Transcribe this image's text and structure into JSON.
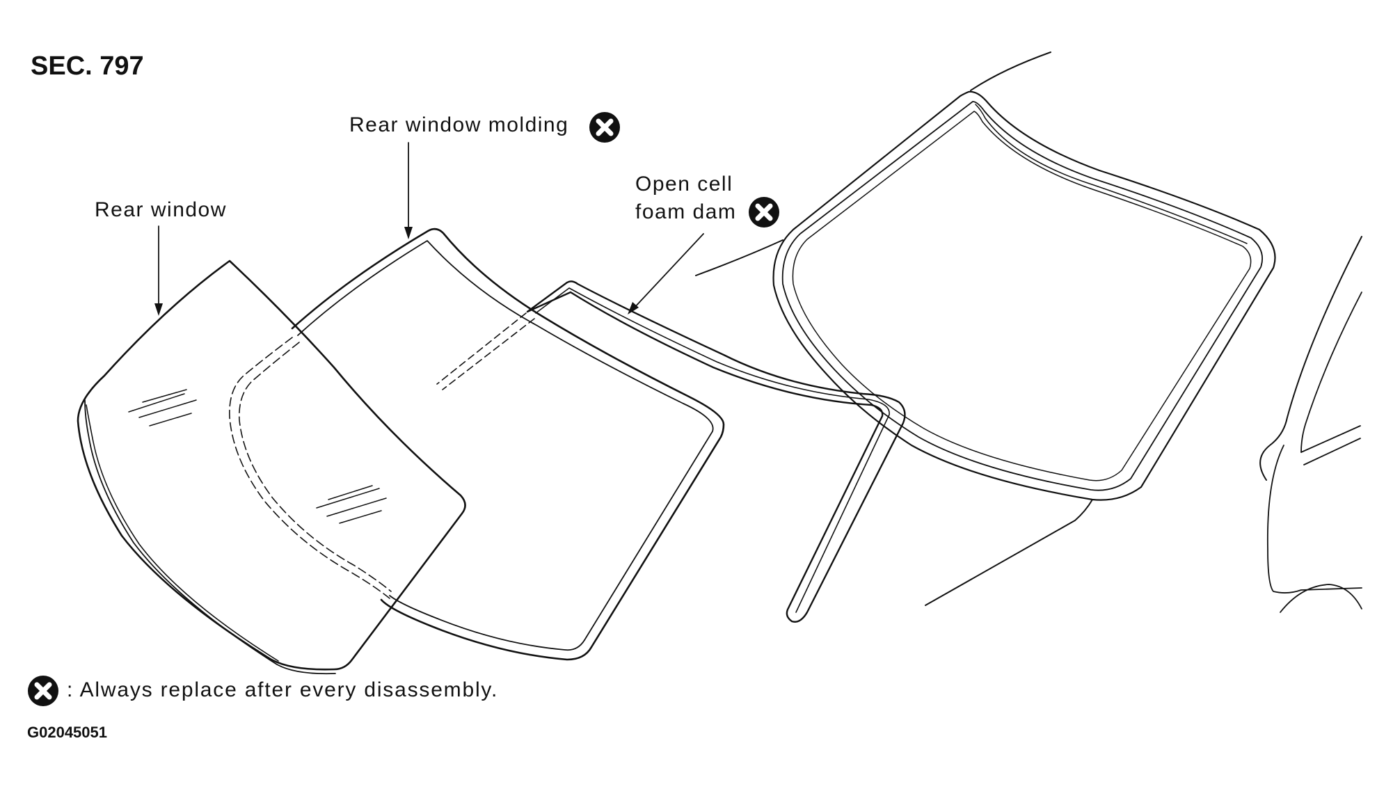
{
  "diagram": {
    "section_label": "SEC. 797",
    "figure_code": "G02045051",
    "parts": {
      "rear_window": "Rear window",
      "rear_window_molding": "Rear window molding",
      "open_cell_foam_dam_line1": "Open cell",
      "open_cell_foam_dam_line2": "foam dam"
    },
    "legend": {
      "symbol_icon": "x-circle-icon",
      "text": ": Always replace after every disassembly."
    }
  }
}
